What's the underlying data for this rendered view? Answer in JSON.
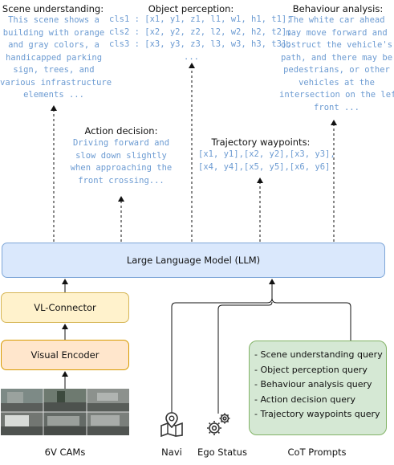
{
  "outputs": {
    "scene": {
      "title": "Scene understanding:",
      "lines": [
        "This scene shows a",
        "building with orange",
        "and gray colors, a",
        "handicapped parking",
        "sign, trees, and",
        "various infrastructure",
        "elements ..."
      ]
    },
    "object": {
      "title": "Object perception:",
      "lines": [
        "cls1 : [x1, y1, z1, l1, w1, h1, t1];",
        "cls2 : [x2, y2, z2, l2, w2, h2, t2];",
        "cls3 : [x3, y3, z3, l3, w3, h3, t3];",
        "..."
      ]
    },
    "behaviour": {
      "title": "Behaviour analysis:",
      "lines": [
        "The white car ahead",
        "may move forward and",
        "obstruct the vehicle's",
        "path, and there may be",
        "pedestrians, or other",
        "vehicles at the",
        "intersection on the left",
        "front ..."
      ]
    },
    "action": {
      "title": "Action decision:",
      "lines": [
        "Driving forward and",
        "slow down slightly",
        "when approaching the",
        "front crossing..."
      ]
    },
    "trajectory": {
      "title": "Trajectory waypoints:",
      "lines": [
        "[x1, y1],[x2, y2],[x3, y3],",
        "[x4, y4],[x5, y5],[x6, y6]"
      ]
    }
  },
  "llm_label": "Large Language Model (LLM)",
  "vl_connector_label": "VL-Connector",
  "visual_encoder_label": "Visual Encoder",
  "cot_queries": [
    "- Scene understanding query",
    "- Object perception query",
    "- Behaviour analysis query",
    "- Action decision query",
    "- Trajectory waypoints query"
  ],
  "bottom_labels": {
    "cams": "6V CAMs",
    "navi": "Navi",
    "ego": "Ego Status",
    "cot": "CoT Prompts"
  },
  "icons": [
    "camera-images",
    "navigation-map-icon",
    "gear-icon"
  ],
  "colors": {
    "llm_fill": "#dae8fc",
    "connector_fill": "#fff2cc",
    "encoder_fill": "#ffe6cc",
    "cot_fill": "#d5e8d4",
    "output_text": "#6c9bd2"
  }
}
